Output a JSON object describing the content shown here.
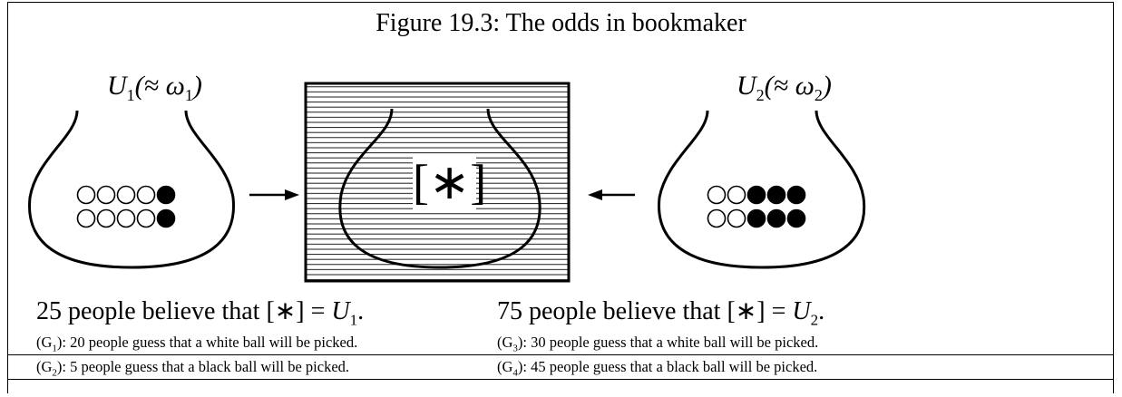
{
  "title": "Figure 19.3: The odds in bookmaker",
  "urns": [
    {
      "label": "U",
      "label_sub": "1",
      "label_rest": "(≈ ω",
      "label_sub2": "1",
      "label_end": ")",
      "white_balls": 8,
      "black_balls": 2
    },
    {
      "label": "U",
      "label_sub": "2",
      "label_rest": "(≈ ω",
      "label_sub2": "2",
      "label_end": ")",
      "white_balls": 4,
      "black_balls": 6
    }
  ],
  "center_box": {
    "label": "[∗]"
  },
  "beliefs": [
    {
      "text": "25 people believe that [∗] = ",
      "var": "U",
      "sub": "1",
      "end": "."
    },
    {
      "text": "75 people believe that [∗] = ",
      "var": "U",
      "sub": "2",
      "end": "."
    }
  ],
  "guesses": [
    {
      "prefix": "(G",
      "sub": "1",
      "text": "): 20 people guess that a white ball will be picked."
    },
    {
      "prefix": "(G",
      "sub": "2",
      "text": "): 5 people guess that a black ball will be picked."
    },
    {
      "prefix": "(G",
      "sub": "3",
      "text": "): 30 people guess that a white ball will be picked."
    },
    {
      "prefix": "(G",
      "sub": "4",
      "text": "): 45 people guess that a black ball will be picked."
    }
  ]
}
